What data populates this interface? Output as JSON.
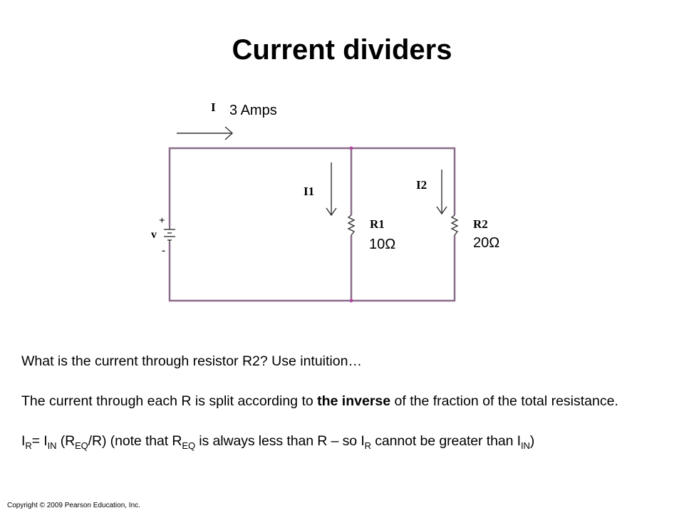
{
  "slide": {
    "title": "Current dividers",
    "copyright": "Copyright © 2009 Pearson Education, Inc."
  },
  "circuit": {
    "current_label": "I",
    "current_value": "3 Amps",
    "i1_label": "I1",
    "i2_label": "I2",
    "r1_label": "R1",
    "r2_label": "R2",
    "r1_value": "10Ω",
    "r2_value": "20Ω",
    "source_label": "v",
    "plus": "+",
    "minus": "-",
    "wire_color": "#8a6d8a"
  },
  "text": {
    "question": "What is the current through resistor R2? Use intuition…",
    "split_before": "The current through each R is split according to ",
    "split_bold": "the inverse",
    "split_after": " of the fraction of the total resistance.",
    "formula": {
      "i": "I",
      "sub_r": "R",
      "eq": "= I",
      "sub_in": "IN",
      "open": " (R",
      "sub_eq": "EQ",
      "mid": "/R)  (note that R",
      "sub_eq2": "EQ",
      "mid2": " is always less than R – so I",
      "sub_r2": "R",
      "mid3": " cannot be greater than I",
      "sub_in2": "IN",
      "close": ")"
    }
  }
}
